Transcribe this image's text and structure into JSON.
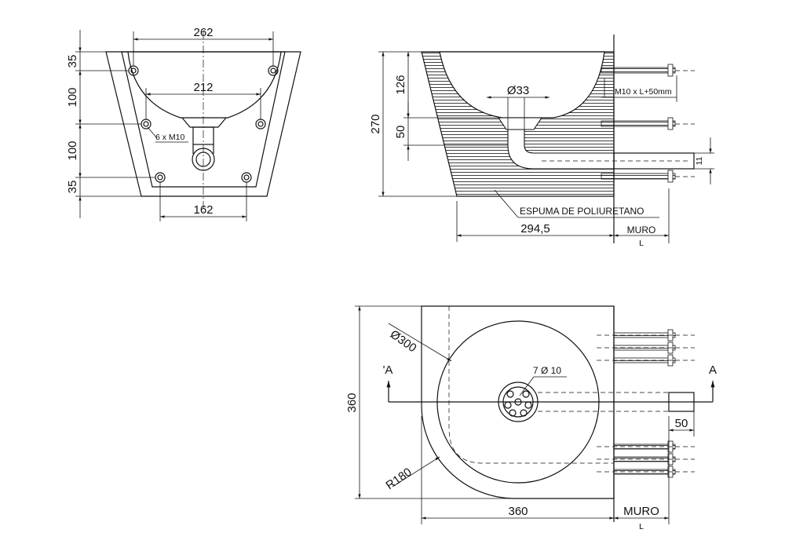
{
  "front_view": {
    "dim_top_width": "262",
    "dim_bowl_width": "212",
    "dim_bottom_width": "162",
    "dim_v_35_top": "35",
    "dim_v_100_a": "100",
    "dim_v_100_b": "100",
    "dim_v_35_bottom": "35",
    "bolt_label": "6 x M10"
  },
  "section_view": {
    "dim_total_height": "270",
    "dim_depth": "126",
    "dim_drain_height": "50",
    "dim_drain_diameter": "Ø33",
    "bolt_spec": "M10 x L+50mm",
    "material_label": "ESPUMA DE POLIURETANO",
    "dim_width": "294,5",
    "wall_label": "MURO",
    "wall_thickness_label": "L",
    "pipe_dim": "11"
  },
  "plan_view": {
    "dim_diameter": "Ø300",
    "dim_radius": "R180",
    "holes_label": "7 Ø 10",
    "section_mark_left": "'A",
    "section_mark_right": "A",
    "dim_height": "360",
    "dim_width": "360",
    "dim_pipe": "50",
    "wall_label": "MURO",
    "wall_thickness_label": "L"
  },
  "colors": {
    "line": "#111111",
    "background": "#ffffff"
  }
}
